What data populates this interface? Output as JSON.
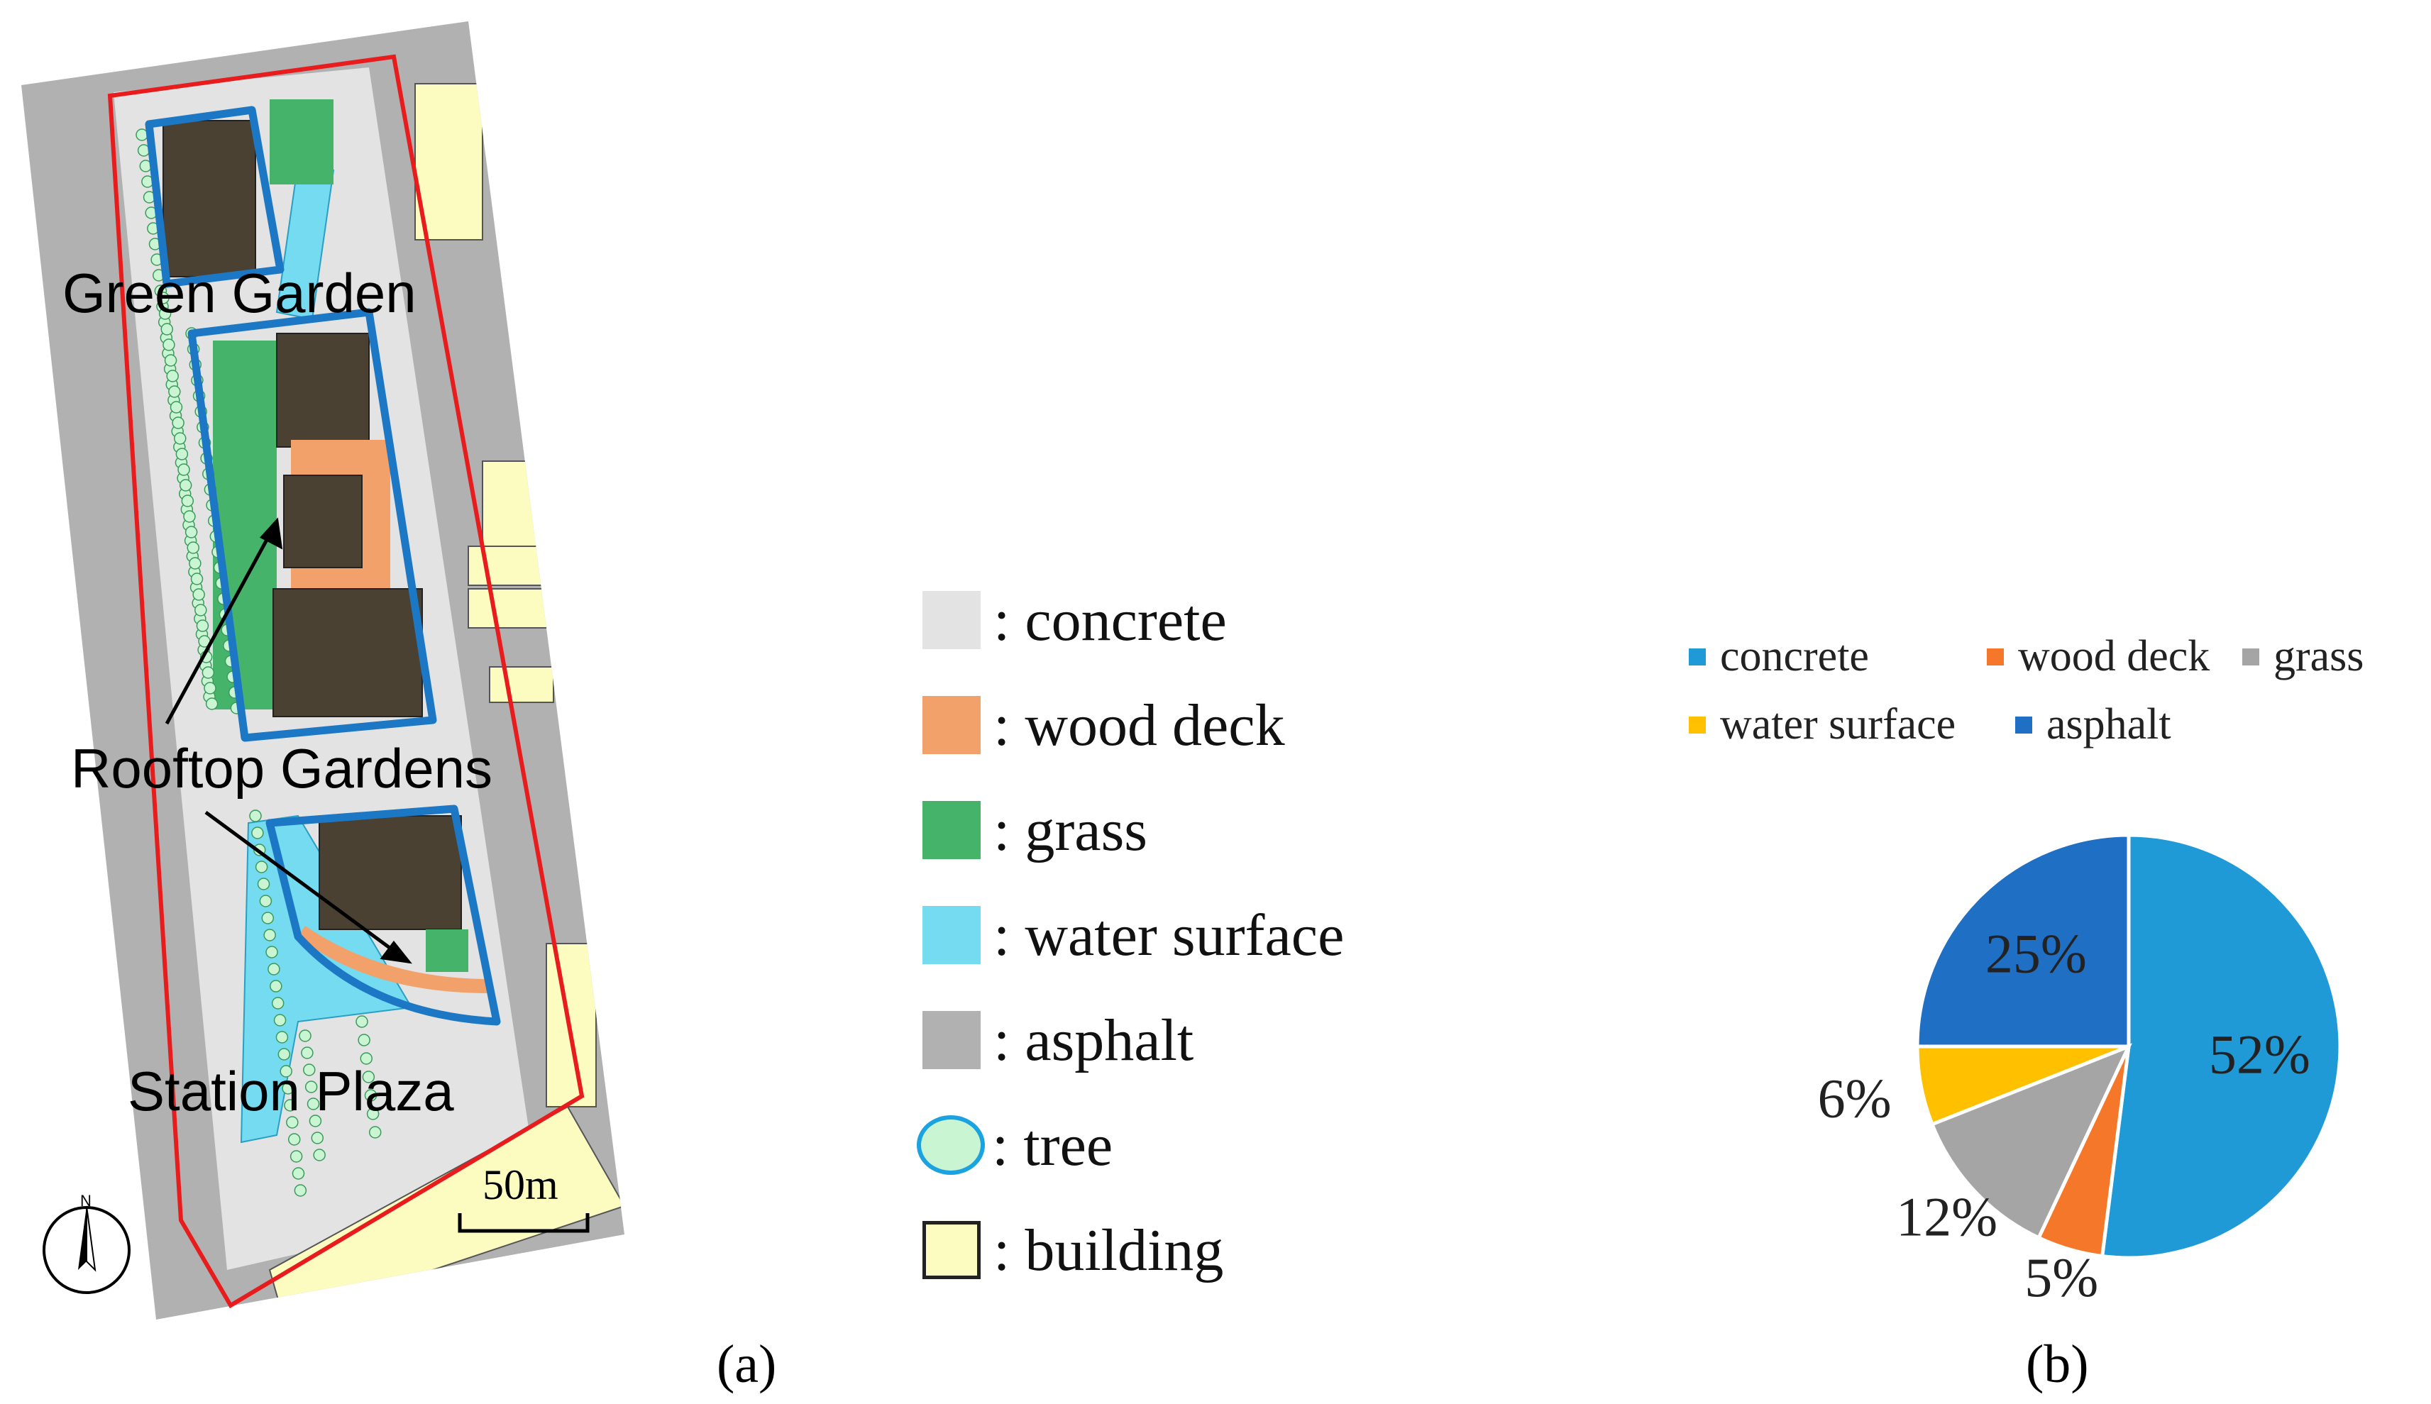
{
  "map": {
    "labels": {
      "green_garden": "Green Garden",
      "rooftop_gardens": "Rooftop Gardens",
      "station_plaza": "Station Plaza",
      "scale": "50m",
      "north": "N"
    },
    "colors": {
      "concrete": "#e3e3e3",
      "wood_deck": "#f2a16a",
      "grass": "#46b36b",
      "water": "#74dbf0",
      "asphalt": "#b1b1b1",
      "building": "#fcfcc0",
      "roof_building": "#4a4132",
      "site_boundary": "#e81c1c",
      "rooftop_outline": "#1c78c4",
      "tree_fill": "#c9f5d3"
    }
  },
  "legend": {
    "items": [
      {
        "label": ": concrete",
        "color": "#e3e3e3",
        "shape": "square"
      },
      {
        "label": ": wood deck",
        "color": "#f2a16a",
        "shape": "square"
      },
      {
        "label": ": grass",
        "color": "#46b36b",
        "shape": "square"
      },
      {
        "label": ": water surface",
        "color": "#74dbf0",
        "shape": "square"
      },
      {
        "label": ": asphalt",
        "color": "#b1b1b1",
        "shape": "square"
      },
      {
        "label": ": tree",
        "color": "#c9f5d3",
        "shape": "circle"
      },
      {
        "label": ": building",
        "color": "#fcfcc0",
        "shape": "square-outlined"
      }
    ]
  },
  "panel_labels": {
    "a": "(a)",
    "b": "(b)"
  },
  "chart_data": {
    "type": "pie",
    "title": "",
    "categories": [
      "concrete",
      "wood deck",
      "grass",
      "water surface",
      "asphalt"
    ],
    "values": [
      52,
      5,
      12,
      6,
      25
    ],
    "value_labels": [
      "52%",
      "5%",
      "12%",
      "6%",
      "25%"
    ],
    "colors": [
      "#1f9ad6",
      "#f5782a",
      "#a5a5a5",
      "#ffc000",
      "#1f6fc4"
    ],
    "legend_placement": "top",
    "start_angle_deg": 0,
    "direction": "clockwise"
  }
}
